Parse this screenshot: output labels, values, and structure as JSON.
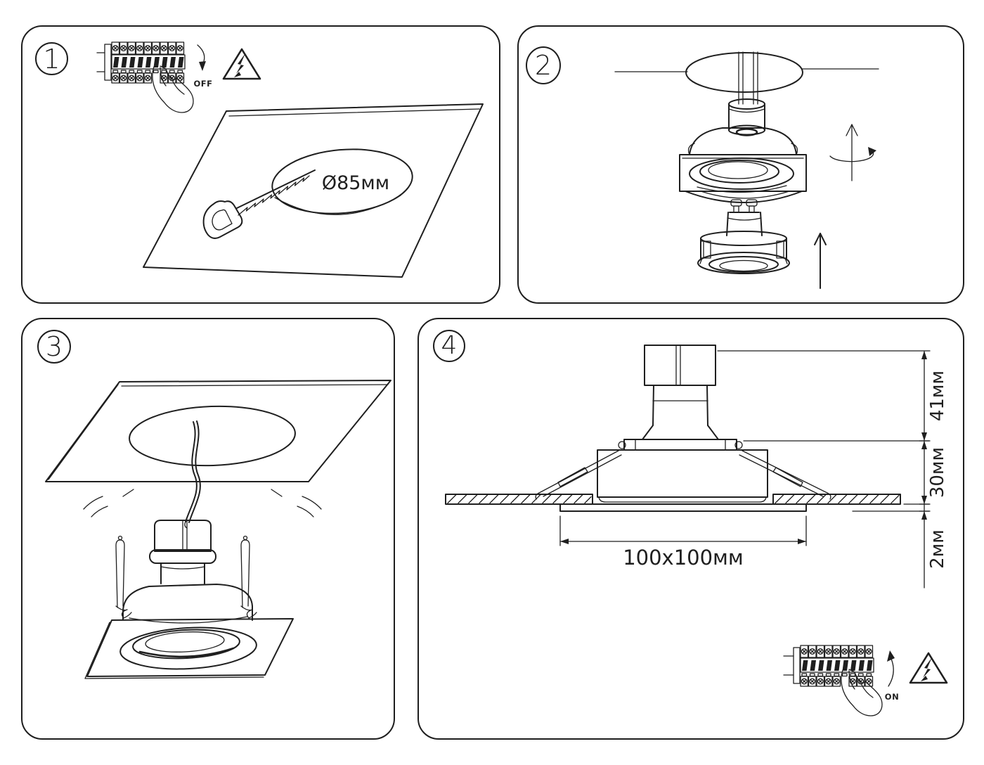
{
  "meta": {
    "background_color": "#ffffff",
    "line_color": "#1f1f1f",
    "units": "мм",
    "hazard_icon": "high-voltage-warning-triangle"
  },
  "steps": [
    {
      "number": "1",
      "labels": {
        "breaker_switch": "OFF",
        "cutout_diameter": "Ø85мм"
      }
    },
    {
      "number": "2",
      "labels": {}
    },
    {
      "number": "3",
      "labels": {}
    },
    {
      "number": "4",
      "labels": {
        "height_above_ceiling": "41мм",
        "recess_depth": "30мм",
        "trim_thickness": "2мм",
        "cutout_size": "100x100мм",
        "breaker_switch": "ON"
      }
    }
  ]
}
